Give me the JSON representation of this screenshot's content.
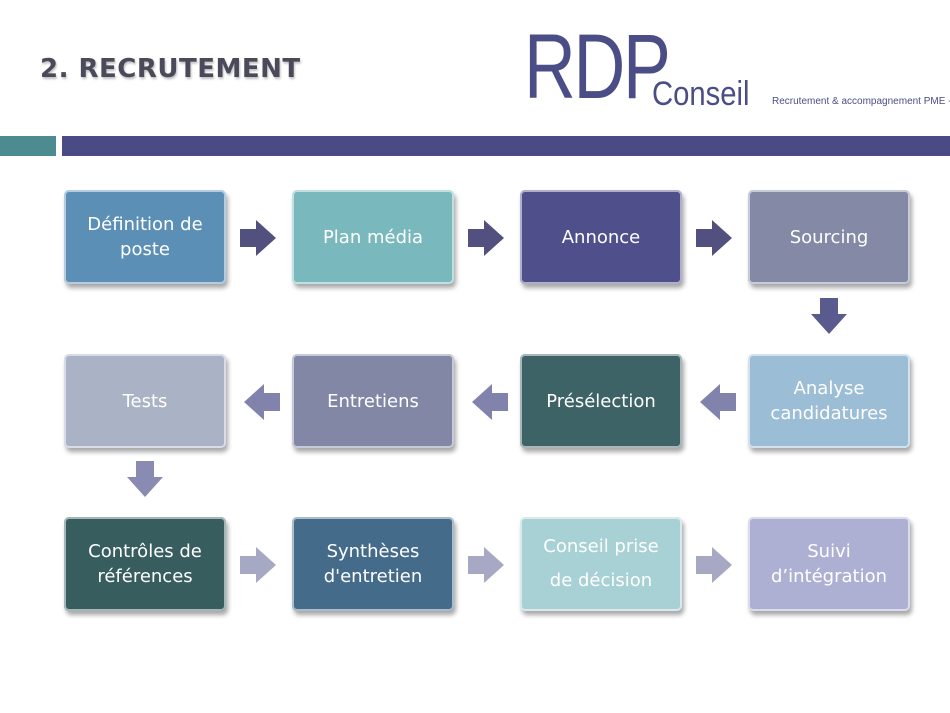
{
  "header": {
    "title": "2.  RECRUTEMENT",
    "logo": {
      "main": "RDP",
      "sub": "Conseil",
      "tagline": "Recrutement & accompagnement PME - TPE",
      "color": "#4b4e86"
    },
    "bar_colors": [
      "#4c8c91",
      "#4a4b85"
    ]
  },
  "process": {
    "steps": [
      {
        "label": "Définition de\nposte",
        "color": "#5b8fb6"
      },
      {
        "label": "Plan média",
        "color": "#79b9bd"
      },
      {
        "label": "Annonce",
        "color": "#4f4f8c"
      },
      {
        "label": "Sourcing",
        "color": "#848aa6"
      },
      {
        "label": "Analyse\ncandidatures",
        "color": "#9cbdd6"
      },
      {
        "label": "Présélection",
        "color": "#3e6366"
      },
      {
        "label": "Entretiens",
        "color": "#8287a6"
      },
      {
        "label": "Tests",
        "color": "#aab2c6"
      },
      {
        "label": "Contrôles de\nréférences",
        "color": "#375d5f"
      },
      {
        "label": "Synthèses\nd'entretien",
        "color": "#456b8b"
      },
      {
        "label": "Conseil prise\nde décision",
        "color": "#a8d1d5"
      },
      {
        "label": "Suivi\nd’intégration",
        "color": "#aeb0d3"
      }
    ],
    "arrow_colors": {
      "row1": "#51507f",
      "down1": "#5a5a8e",
      "row2": "#8183ad",
      "down2": "#8a8bb2",
      "row3": "#a6a8c4"
    }
  }
}
